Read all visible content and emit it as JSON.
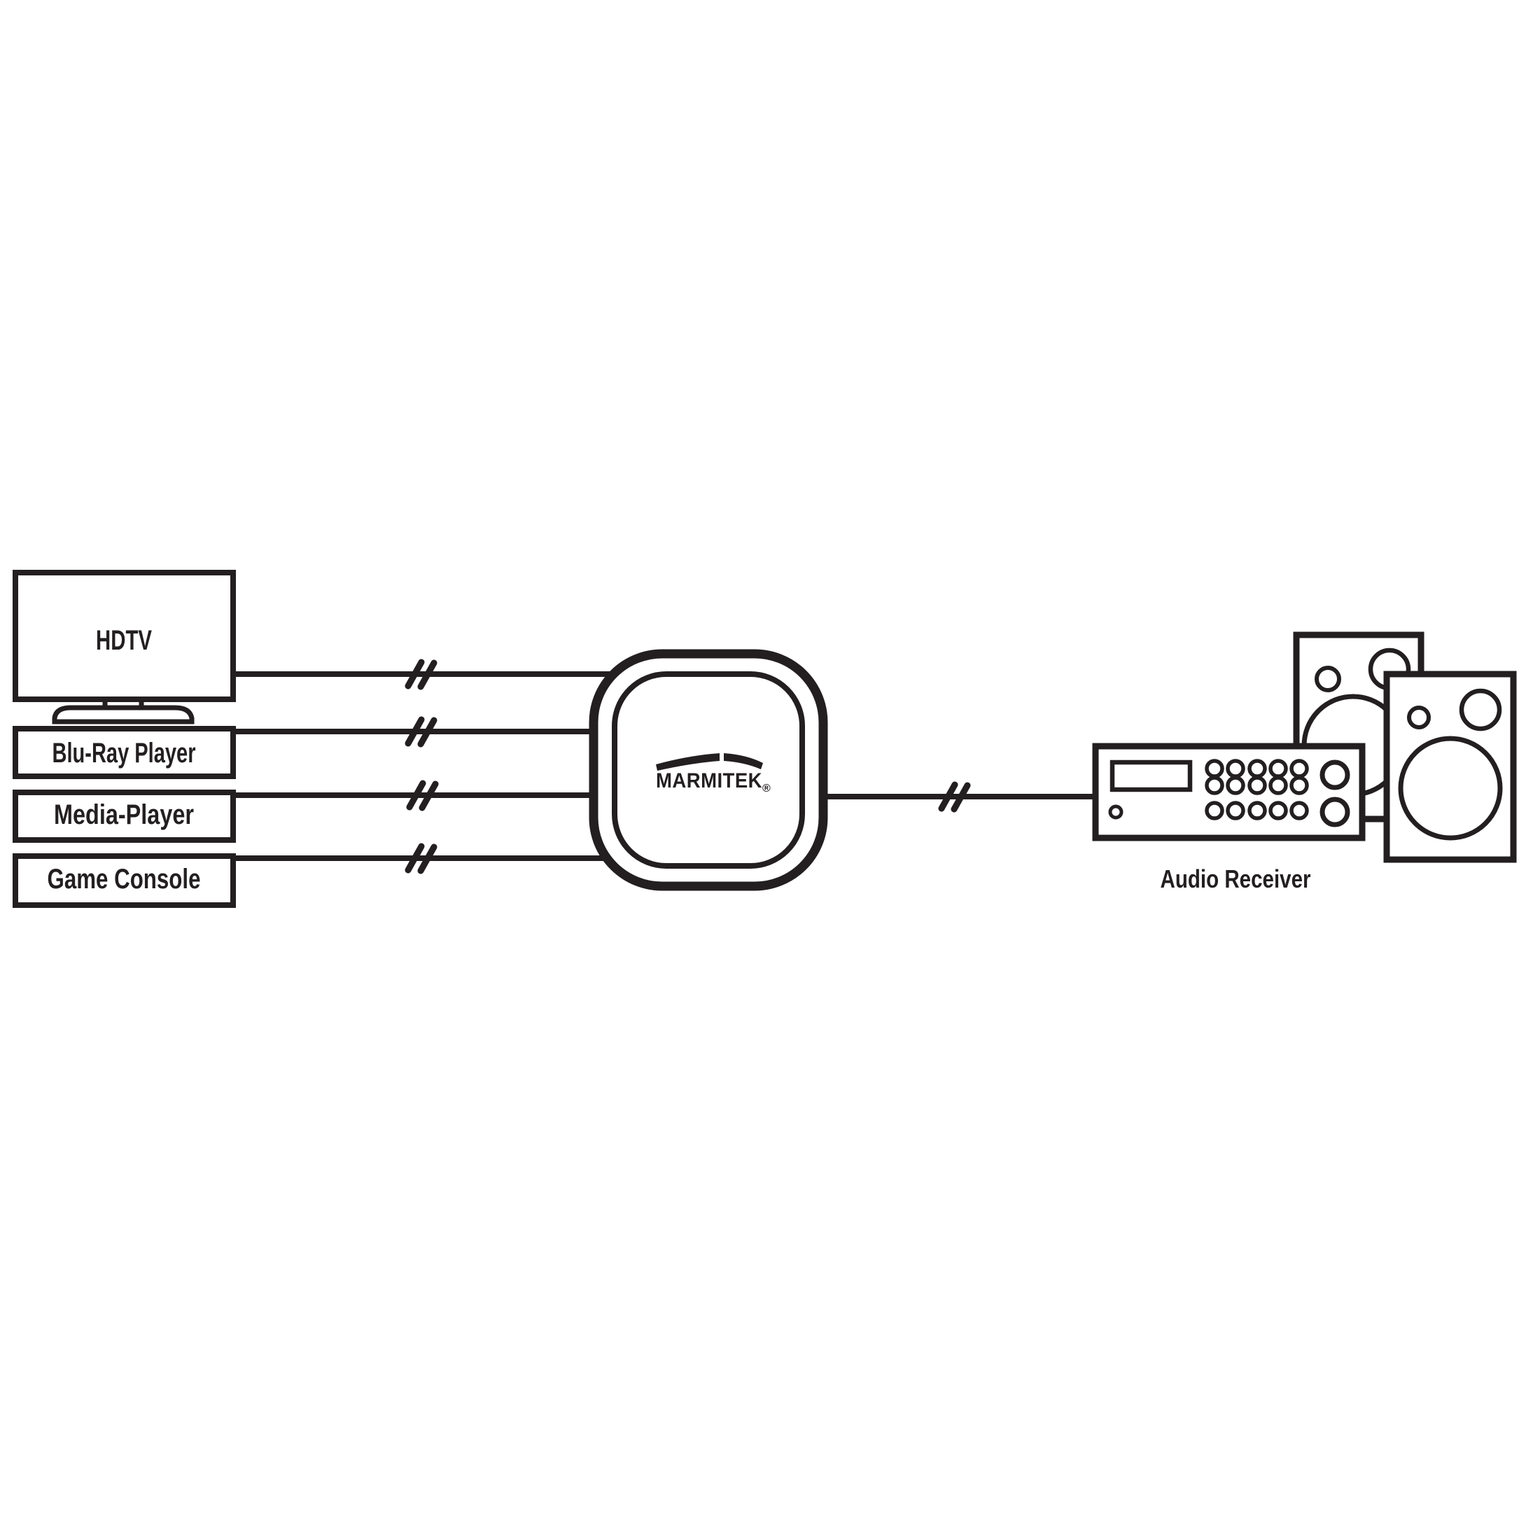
{
  "diagram": {
    "kind": "av-hub-wiring-diagram",
    "sources": [
      {
        "label": "HDTV"
      },
      {
        "label": "Blu-Ray Player"
      },
      {
        "label": "Media-Player"
      },
      {
        "label": "Game Console"
      }
    ],
    "hub": {
      "brand": "MARMITEK",
      "registered_mark": "®"
    },
    "sink": {
      "label": "Audio Receiver"
    },
    "colors": {
      "ink": "#231f20",
      "background": "#ffffff"
    }
  }
}
